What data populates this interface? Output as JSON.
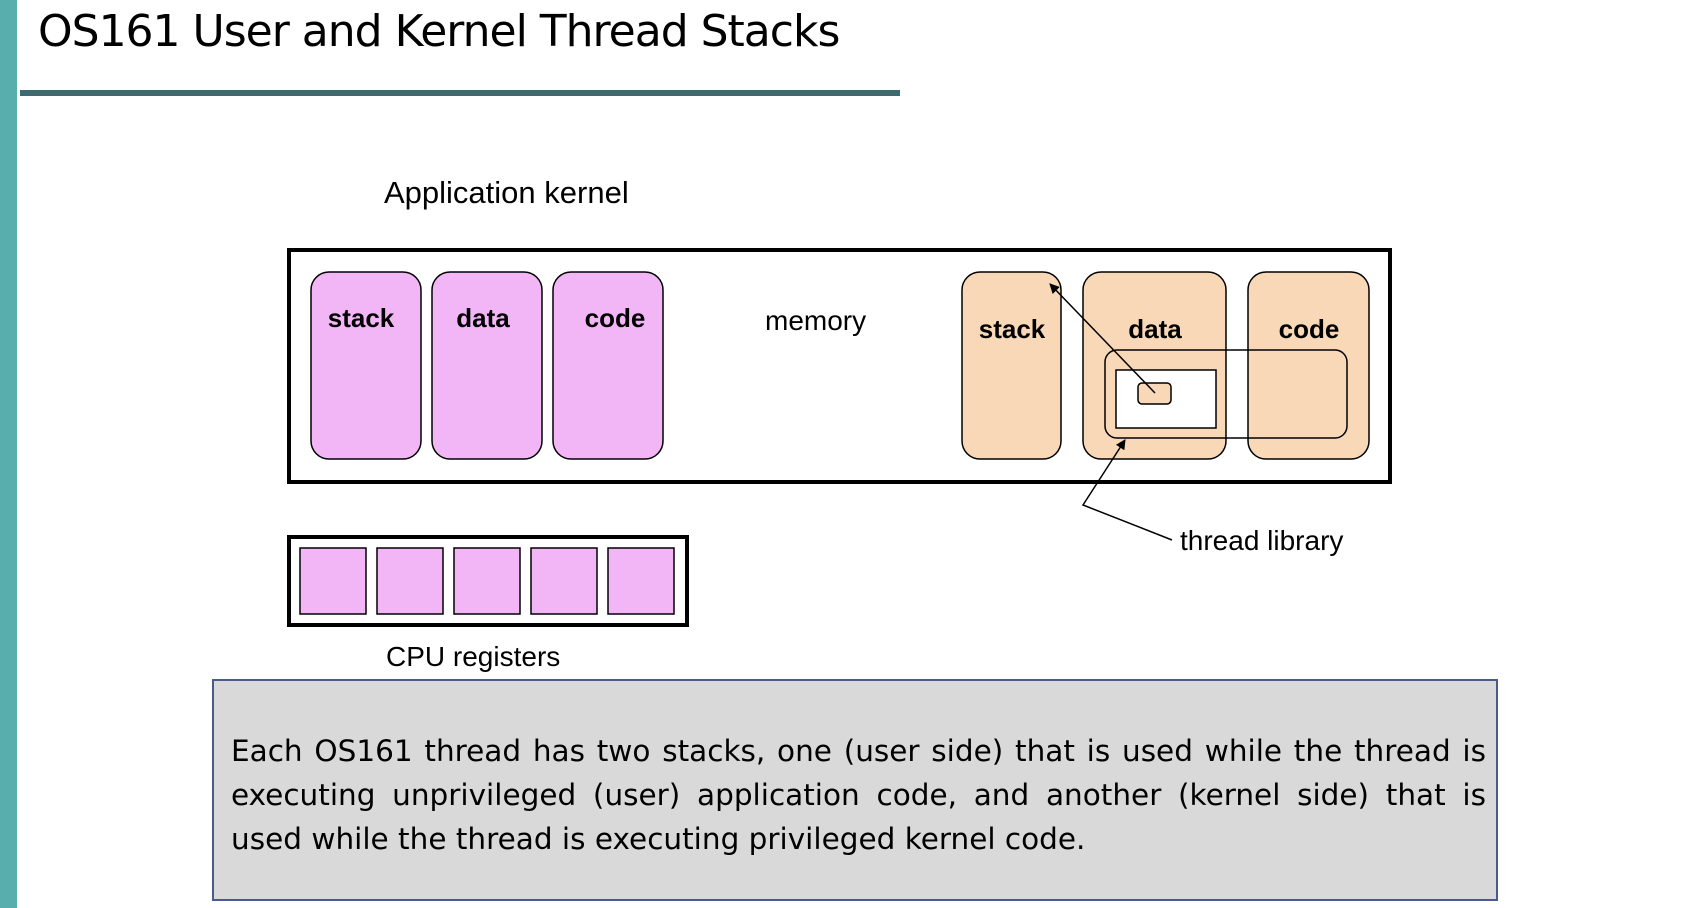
{
  "slide": {
    "title": "OS161 User and Kernel Thread Stacks"
  },
  "diagram": {
    "application_label": "Application kernel",
    "memory_label": "memory",
    "user_segments": [
      "stack",
      "data",
      "code"
    ],
    "kernel_segments": [
      "stack",
      "data",
      "code"
    ],
    "thread_library_label": "thread library",
    "cpu_registers_label": "CPU registers",
    "register_count": 5,
    "colors": {
      "user_segment": "#f2b6f6",
      "kernel_segment": "#f8d8b6",
      "accent_bar": "#57aeac",
      "title_rule": "#3b6b6e",
      "description_bg": "#d9d9d9",
      "description_border": "#4a5a8c"
    }
  },
  "description": {
    "text": "Each OS161 thread has two stacks, one (user side) that is used while the thread is executing unprivileged (user) application code, and another (kernel side) that is used while the thread is executing privileged kernel code."
  }
}
